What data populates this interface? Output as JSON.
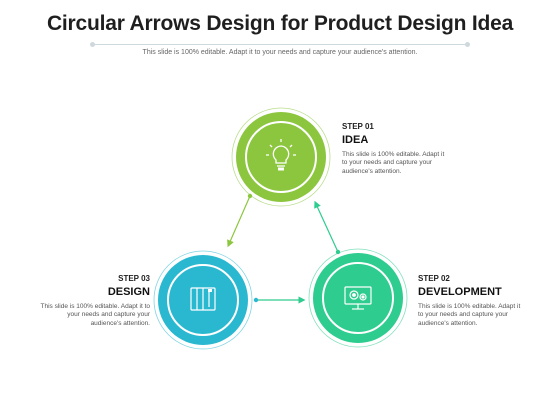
{
  "title": "Circular Arrows Design for Product Design Idea",
  "subtitle": "This slide is 100% editable. Adapt it to your needs and capture your audience's attention.",
  "steps": [
    {
      "id": "idea",
      "number": "STEP 01",
      "name": "IDEA",
      "description": "This slide is 100% editable. Adapt it to your needs and capture your audience's attention.",
      "color": "#8cc63f",
      "icon": "lightbulb-icon"
    },
    {
      "id": "development",
      "number": "STEP 02",
      "name": "DEVELOPMENT",
      "description": "This slide is 100% editable. Adapt it to your needs and capture your audience's attention.",
      "color": "#2ecc8e",
      "icon": "monitor-gears-icon"
    },
    {
      "id": "design",
      "number": "STEP 03",
      "name": "DESIGN",
      "description": "This slide is 100% editable. Adapt it to your needs and capture your audience's attention.",
      "color": "#2ab8d0",
      "icon": "design-tools-icon"
    }
  ],
  "colors": {
    "arrow_green": "#8cc63f",
    "arrow_teal": "#2ecc8e",
    "arrow_blue": "#2ab8d0",
    "rule": "#cfd8dc"
  }
}
